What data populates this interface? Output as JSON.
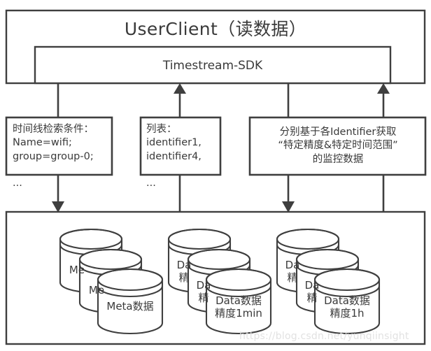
{
  "client": {
    "title": "UserClient（读数据）",
    "sdk_label": "Timestream-SDK"
  },
  "messages": [
    {
      "id": "timeline-query-condition",
      "text": "时间线检索条件：\nName=wifi;\ngroup=group-0;\n\n..."
    },
    {
      "id": "identifier-list",
      "text": "列表：\nidentifier1,\nidentifier4,\n\n..."
    },
    {
      "id": "precision-range-fetch",
      "text": "分别基于各Identifier获取\n“特定精度&特定时间范围”\n的监控数据"
    }
  ],
  "storage": {
    "groups": [
      {
        "id": "meta-store",
        "front_label": "Meta数据",
        "back_labels": [
          "Me",
          "Me"
        ]
      },
      {
        "id": "data-store-1min",
        "front_label": "Data数据\n精度1min",
        "back_labels": [
          "Da\n精",
          "Da\n精"
        ]
      },
      {
        "id": "data-store-1h",
        "front_label": "Data数据\n精度1h",
        "back_labels": [
          "Da\n精",
          "Da\n精"
        ]
      }
    ]
  },
  "watermark": "https://blog.csdn.net/yunqiinsight",
  "colors": {
    "stroke": "#3f3f3f",
    "text": "#3a3a3a",
    "background": "#ffffff",
    "watermark": "#e2e2e2"
  }
}
